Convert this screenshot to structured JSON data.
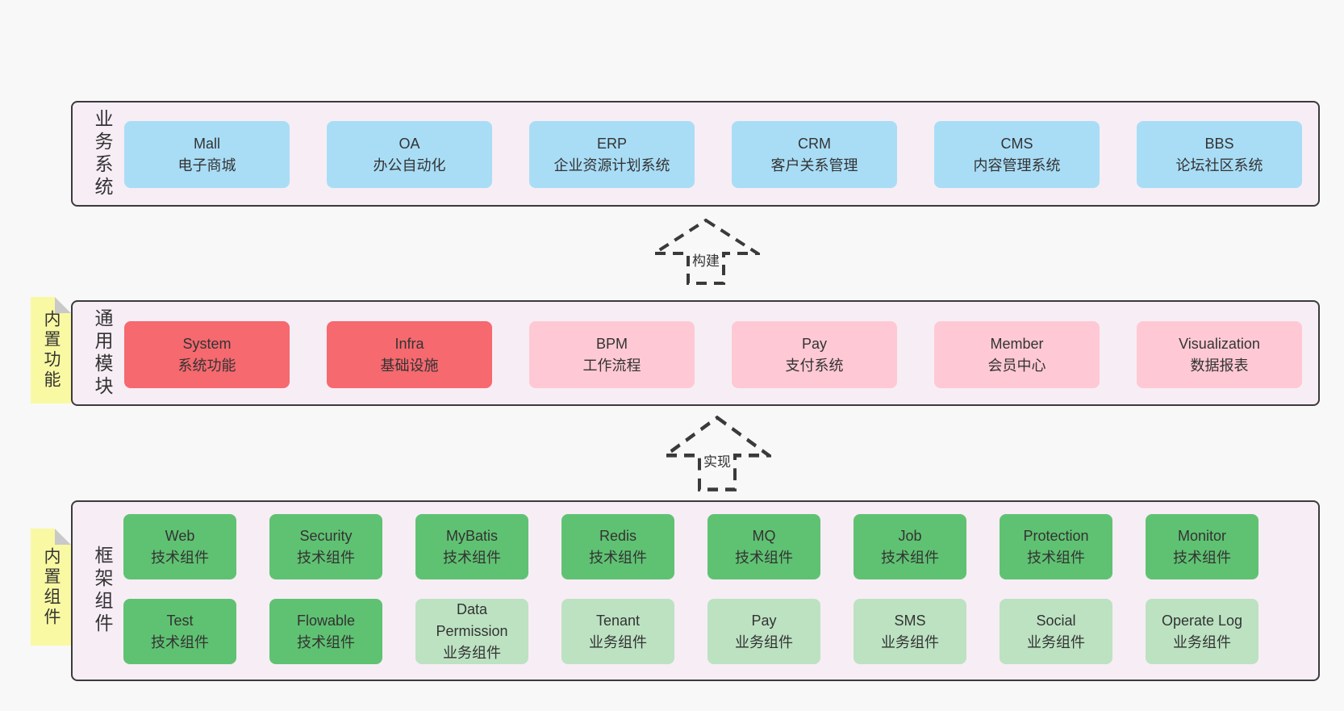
{
  "diagram": {
    "layers": {
      "business": {
        "label": "业务系统",
        "boxes": [
          {
            "name": "Mall",
            "desc": "电子商城"
          },
          {
            "name": "OA",
            "desc": "办公自动化"
          },
          {
            "name": "ERP",
            "desc": "企业资源计划系统"
          },
          {
            "name": "CRM",
            "desc": "客户关系管理"
          },
          {
            "name": "CMS",
            "desc": "内容管理系统"
          },
          {
            "name": "BBS",
            "desc": "论坛社区系统"
          }
        ]
      },
      "common": {
        "label": "通用模块",
        "note": "内置功能",
        "boxes": [
          {
            "name": "System",
            "desc": "系统功能"
          },
          {
            "name": "Infra",
            "desc": "基础设施"
          },
          {
            "name": "BPM",
            "desc": "工作流程"
          },
          {
            "name": "Pay",
            "desc": "支付系统"
          },
          {
            "name": "Member",
            "desc": "会员中心"
          },
          {
            "name": "Visualization",
            "desc": "数据报表"
          }
        ]
      },
      "framework": {
        "label": "框架组件",
        "note": "内置组件",
        "row1": [
          {
            "name": "Web",
            "desc": "技术组件"
          },
          {
            "name": "Security",
            "desc": "技术组件"
          },
          {
            "name": "MyBatis",
            "desc": "技术组件"
          },
          {
            "name": "Redis",
            "desc": "技术组件"
          },
          {
            "name": "MQ",
            "desc": "技术组件"
          },
          {
            "name": "Job",
            "desc": "技术组件"
          },
          {
            "name": "Protection",
            "desc": "技术组件"
          },
          {
            "name": "Monitor",
            "desc": "技术组件"
          }
        ],
        "row2": [
          {
            "name": "Test",
            "desc": "技术组件"
          },
          {
            "name": "Flowable",
            "desc": "技术组件"
          },
          {
            "name": "Data Permission",
            "desc": "业务组件"
          },
          {
            "name": "Tenant",
            "desc": "业务组件"
          },
          {
            "name": "Pay",
            "desc": "业务组件"
          },
          {
            "name": "SMS",
            "desc": "业务组件"
          },
          {
            "name": "Social",
            "desc": "业务组件"
          },
          {
            "name": "Operate Log",
            "desc": "业务组件"
          }
        ]
      }
    },
    "arrows": {
      "build": "构建",
      "implement": "实现"
    },
    "colors": {
      "page_bg": "#f8f8f8",
      "panel_bg": "#f7edf5",
      "panel_border": "#3b3b3b",
      "blue": "#a9ddf6",
      "red": "#f5696f",
      "pink": "#fec9d4",
      "green_dark": "#5fc272",
      "green_light": "#bce2c2",
      "note_yellow": "#f9f9a3",
      "note_fold": "#c9c9c9",
      "text": "#333333"
    }
  }
}
